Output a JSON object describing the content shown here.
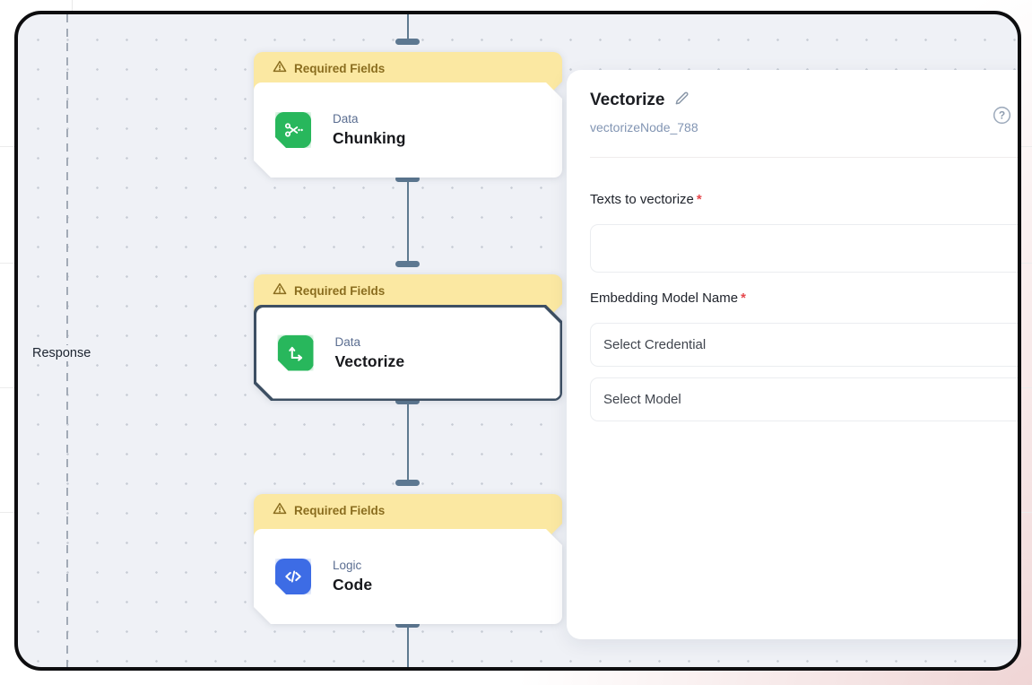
{
  "canvas": {
    "response_label": "Response",
    "nodes": [
      {
        "banner_label": "Required Fields",
        "category": "Data",
        "title": "Chunking",
        "icon": "scissors-icon",
        "accent": "#28b75c",
        "selected": false
      },
      {
        "banner_label": "Required Fields",
        "category": "Data",
        "title": "Vectorize",
        "icon": "axes-arrows-icon",
        "accent": "#28b75c",
        "selected": true
      },
      {
        "banner_label": "Required Fields",
        "category": "Logic",
        "title": "Code",
        "icon": "code-icon",
        "accent": "#3d6ce5",
        "selected": false
      }
    ]
  },
  "panel": {
    "title": "Vectorize",
    "subtitle": "vectorizeNode_788",
    "required_marker": "*",
    "edit_icon": "pencil-icon",
    "help_icon": "help-icon",
    "fields": {
      "texts_label": "Texts to vectorize",
      "texts_value": "",
      "embedding_label": "Embedding Model Name",
      "credential_placeholder": "Select Credential",
      "model_placeholder": "Select Model"
    }
  },
  "colors": {
    "banner_bg": "#fbe8a2",
    "banner_text": "#8a6d1f",
    "node_green": "#28b75c",
    "node_blue": "#3d6ce5",
    "edge_slate": "#5f7a90",
    "selected_border": "#3d4f63",
    "required_red": "#e5484d",
    "canvas_bg": "#eff1f6"
  }
}
